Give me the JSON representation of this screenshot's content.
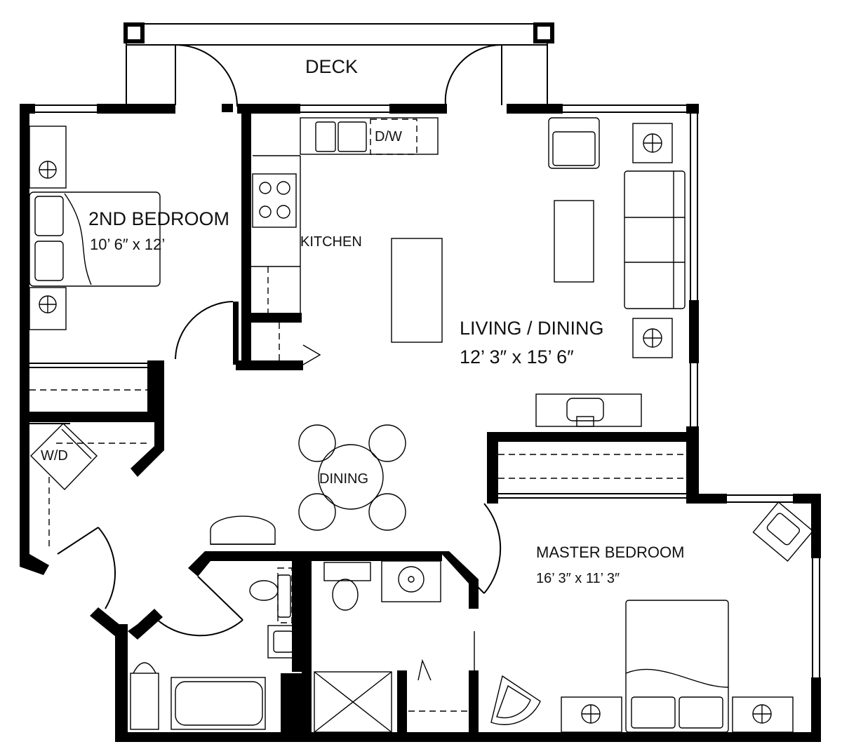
{
  "rooms": {
    "deck": "DECK",
    "dishwasher": "D/W",
    "second_bedroom": {
      "name": "2ND BEDROOM",
      "size": "10’ 6″ x 12’"
    },
    "kitchen": "KITCHEN",
    "living_dining": {
      "name": "LIVING / DINING",
      "size": "12’ 3″ x 15’ 6″"
    },
    "washer_dryer": "W/D",
    "dining": "DINING",
    "master_bedroom": {
      "name": "MASTER BEDROOM",
      "size": "16’ 3″ x 11’ 3″"
    }
  },
  "colors": {
    "wall": "#000000",
    "background": "#ffffff"
  }
}
